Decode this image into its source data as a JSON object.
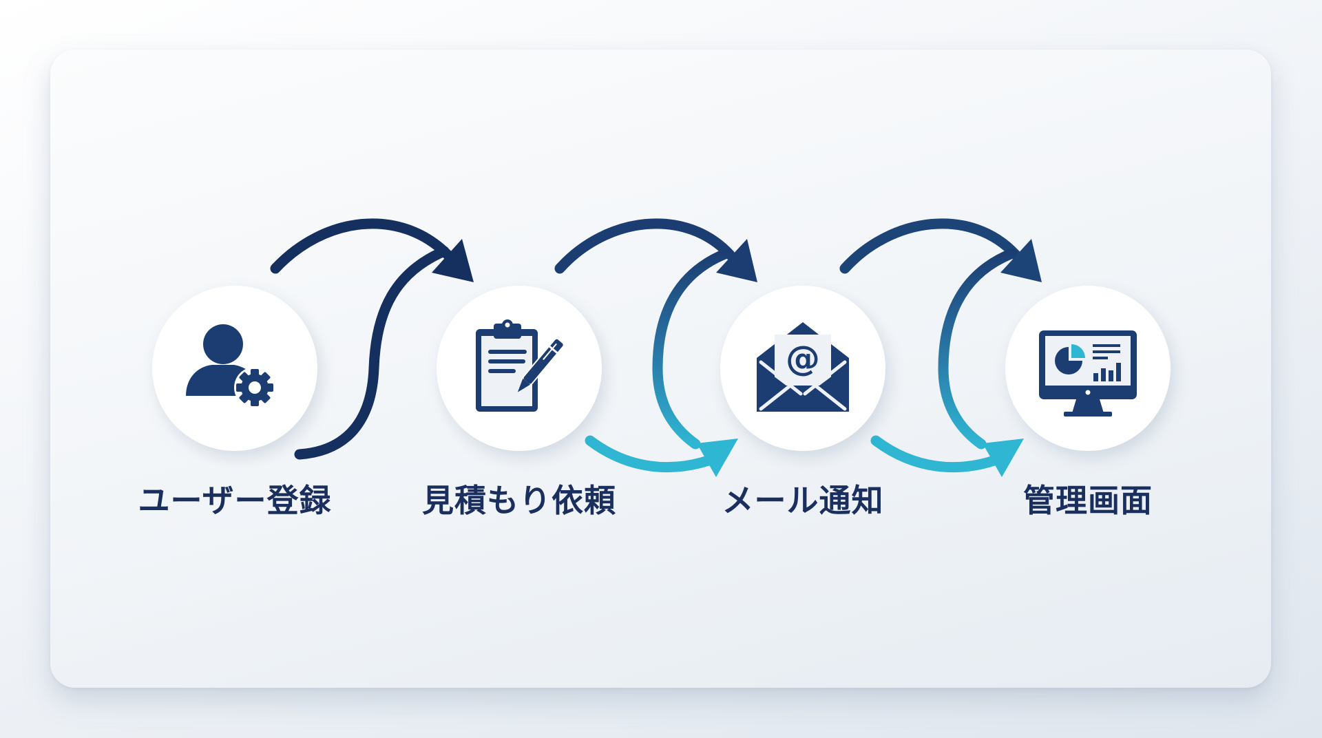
{
  "diagram": {
    "type": "process-flow",
    "colors": {
      "navy": "#1c3d72",
      "navy_dark": "#15305f",
      "cyan": "#2fb6d3",
      "text": "#1b2f5e",
      "circle_bg": "#ffffff"
    },
    "steps": [
      {
        "label": "ユーザー登録",
        "icon": "user-gear-icon"
      },
      {
        "label": "見積もり依頼",
        "icon": "clipboard-pen-icon"
      },
      {
        "label": "メール通知",
        "icon": "email-open-icon"
      },
      {
        "label": "管理画面",
        "icon": "monitor-dashboard-icon"
      }
    ],
    "connectors": [
      {
        "from": 0,
        "to": 1,
        "style": "navy-s-curve"
      },
      {
        "from": 1,
        "to": 2,
        "style": "navy-to-cyan-cycle"
      },
      {
        "from": 2,
        "to": 3,
        "style": "navy-to-cyan-cycle"
      }
    ]
  }
}
